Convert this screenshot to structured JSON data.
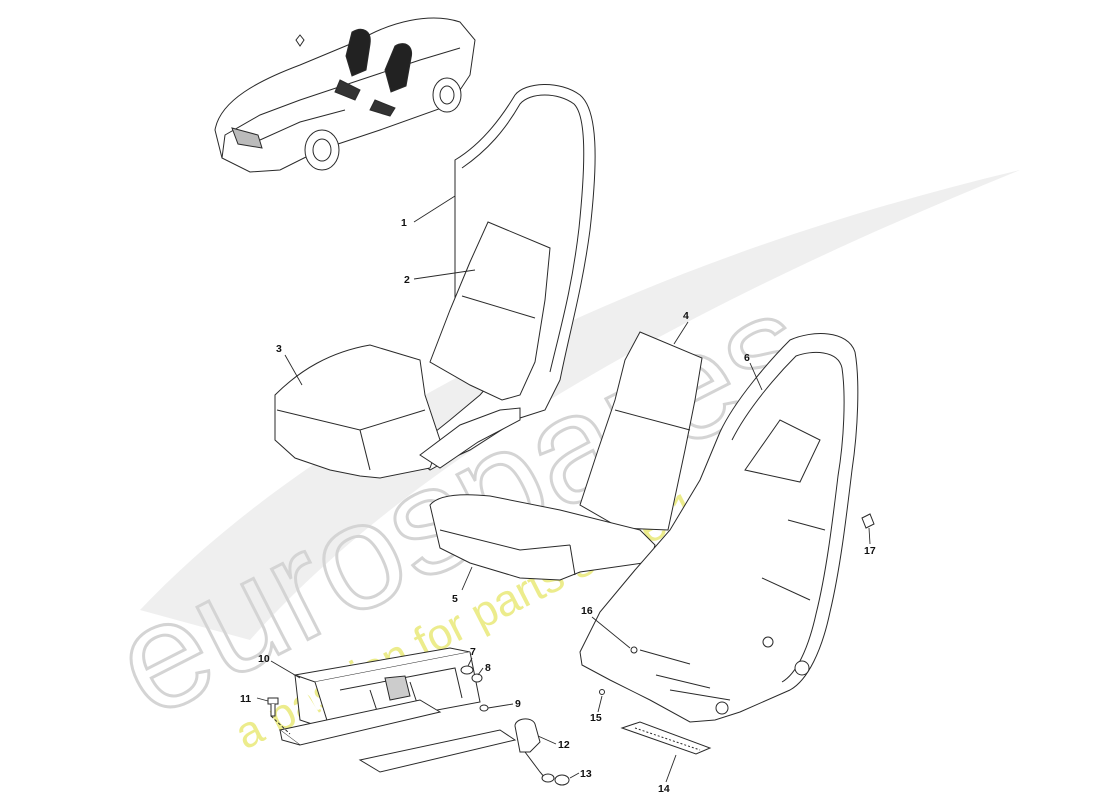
{
  "diagram": {
    "callouts": [
      "1",
      "2",
      "3",
      "4",
      "5",
      "6",
      "7",
      "8",
      "9",
      "10",
      "11",
      "12",
      "13",
      "14",
      "15",
      "16",
      "17"
    ]
  },
  "watermark": {
    "brand": "eurospares",
    "tagline": "a passion for parts since 1985",
    "colors": {
      "brand": "#d4d4d4",
      "tagline": "#ecec8c"
    }
  },
  "colors": {
    "line": "#2a2a2a",
    "fill": "#ffffff"
  }
}
